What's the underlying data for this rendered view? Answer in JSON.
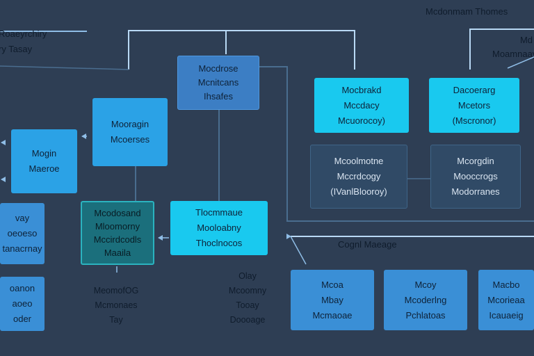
{
  "labels": {
    "top_right": "Mcdonmam Thomes",
    "top_left": [
      "Roaeyrchiry",
      "ry Tasay"
    ],
    "right_edge": [
      "Md",
      "Moamnaay"
    ],
    "cogni_message": "Cognl Maeage"
  },
  "nodes": {
    "top_center": [
      "Mocdrose",
      "Mcnitcans",
      "Ihsafes"
    ],
    "left_a": [
      "Mogin",
      "Maeroe"
    ],
    "left_b": [
      "Mooragin",
      "Mcoerses"
    ],
    "edge_left_1": [
      "vay",
      "oeoeso",
      "tanacrnay"
    ],
    "edge_left_2": [
      "oanon",
      "aoeo",
      "oder"
    ],
    "cyan_top_1": [
      "Mocbrakd",
      "Mccdacy",
      "Mcuorocoy)"
    ],
    "cyan_top_2": [
      "Dacoerarg",
      "Mcetors",
      "(Mscronor)"
    ],
    "dark_1": [
      "Mcoolmotne",
      "Mccrdcogy",
      "(IVanlBlooroy)"
    ],
    "dark_2": [
      "Mcorgdin",
      "Mooccrogs",
      "Modorranes"
    ],
    "teal": [
      "Mcodosand",
      "Mloomorny",
      "Mccirdcodls",
      "Maaila"
    ],
    "cyan_mid": [
      "Tlocmmaue",
      "Mooloabny",
      "Thoclnocos"
    ],
    "bot_1": [
      "Mcoa",
      "Mbay",
      "Mcmaoae"
    ],
    "bot_2": [
      "Mcoy",
      "Mcoderlng",
      "Pchlatoas"
    ],
    "bot_3": [
      "Macbo",
      "Mcorieaa",
      "Icauaeig"
    ]
  },
  "texts": {
    "below_teal": [
      "MeomofOG",
      "Mcmonaes",
      "Tay"
    ],
    "below_mid": [
      "Olay",
      "Mcoomny",
      "Tooay",
      "Doooage"
    ]
  },
  "colors": {
    "background": "#2e3e54",
    "connector": "#8fbde6",
    "connector_dark": "#4a6d8f",
    "node_blue": "#3a8fd6",
    "node_cyan": "#19c9ef",
    "node_teal": "#1b6f7c"
  }
}
